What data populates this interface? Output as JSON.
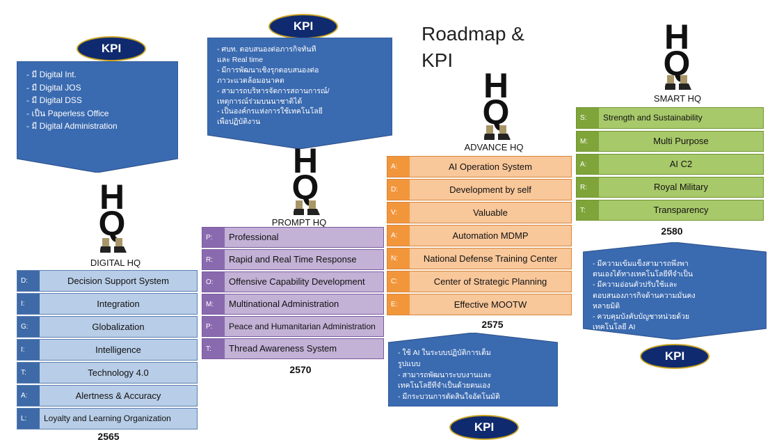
{
  "title": "Roadmap &\nKPI",
  "colors": {
    "kpi_badge": "#0f2a6e",
    "kpi_box": "#3a6ab0",
    "digital": "#b8cde7",
    "prompt": "#c3b1d6",
    "advance": "#f8c79a",
    "smart": "#a8c96a"
  },
  "kpi_label": "KPI",
  "hq": {
    "h": "H",
    "q": "Q"
  },
  "digital": {
    "label": "DIGITAL HQ",
    "year": "2565",
    "kpi": [
      "- มี Digital Int.",
      "- มี Digital JOS",
      "- มี Digital DSS",
      "- เป็น Paperless Office",
      "- มี Digital Administration"
    ],
    "rows": [
      {
        "code": "D:",
        "label": "Decision Support System"
      },
      {
        "code": "I:",
        "label": "Integration"
      },
      {
        "code": "G:",
        "label": "Globalization"
      },
      {
        "code": "I:",
        "label": "Intelligence"
      },
      {
        "code": "T:",
        "label": "Technology 4.0"
      },
      {
        "code": "A:",
        "label": "Alertness & Accuracy"
      },
      {
        "code": "L:",
        "label": "Loyalty and Learning Organization"
      }
    ]
  },
  "prompt": {
    "label": "PROMPT HQ",
    "year": "2570",
    "kpi": [
      "- ศบท. ตอบสนองต่อภารกิจทันที",
      "และ Real time",
      "- มีการพัฒนาเชิงรุกตอบสนองต่อ",
      "ภาวะแวดล้อมอนาคต",
      "- สามารถบริหารจัดการสถานการณ์/",
      "เหตุการณ์ร่วมบนนาชาติได้",
      "- เป็นองค์กรแห่งการใช้เทคโนโลยี",
      "เพื่อปฏิบัติงาน"
    ],
    "rows": [
      {
        "code": "P:",
        "label": "Professional"
      },
      {
        "code": "R:",
        "label": "Rapid and Real Time Response"
      },
      {
        "code": "O:",
        "label": "Offensive Capability Development"
      },
      {
        "code": "M:",
        "label": "Multinational Administration"
      },
      {
        "code": "P:",
        "label": "Peace and Humanitarian Administration"
      },
      {
        "code": "T:",
        "label": "Thread Awareness System"
      }
    ]
  },
  "advance": {
    "label": "ADVANCE HQ",
    "year": "2575",
    "kpi": [
      "- ใช้ AI ในระบบปฏิบัติการเต็ม",
      "รูปแบบ",
      "- สามารถพัฒนาระบบงานและ",
      "เทคโนโลยีที่จำเป็นด้วยตนเอง",
      "- มีกระบวนการตัดสินใจอัตโนมัติ"
    ],
    "rows": [
      {
        "code": "A:",
        "label": "AI Operation System"
      },
      {
        "code": "D:",
        "label": "Development by self"
      },
      {
        "code": "V:",
        "label": "Valuable"
      },
      {
        "code": "A:",
        "label": "Automation MDMP"
      },
      {
        "code": "N:",
        "label": "National Defense Training Center"
      },
      {
        "code": "C:",
        "label": "Center of Strategic Planning"
      },
      {
        "code": "E:",
        "label": "Effective MOOTW"
      }
    ]
  },
  "smart": {
    "label": "SMART HQ",
    "year": "2580",
    "kpi": [
      "- มีความเข้มแข็งสามารถพึ่งพา",
      "ตนเองได้ทางเทคโนโลยีที่จำเป็น",
      "- มีความอ่อนตัวปรับใช้และ",
      "ตอบสนองภารกิจด้านความมั่นคง",
      "หลายมิติ",
      "- ควบคุมบังคับบัญชาหน่วยด้วย",
      "เทคโนโลยี AI"
    ],
    "rows": [
      {
        "code": "S:",
        "label": "Strength and Sustainability"
      },
      {
        "code": "M:",
        "label": "Multi Purpose"
      },
      {
        "code": "A:",
        "label": "AI C2"
      },
      {
        "code": "R:",
        "label": "Royal Military"
      },
      {
        "code": "T:",
        "label": "Transparency"
      }
    ]
  }
}
